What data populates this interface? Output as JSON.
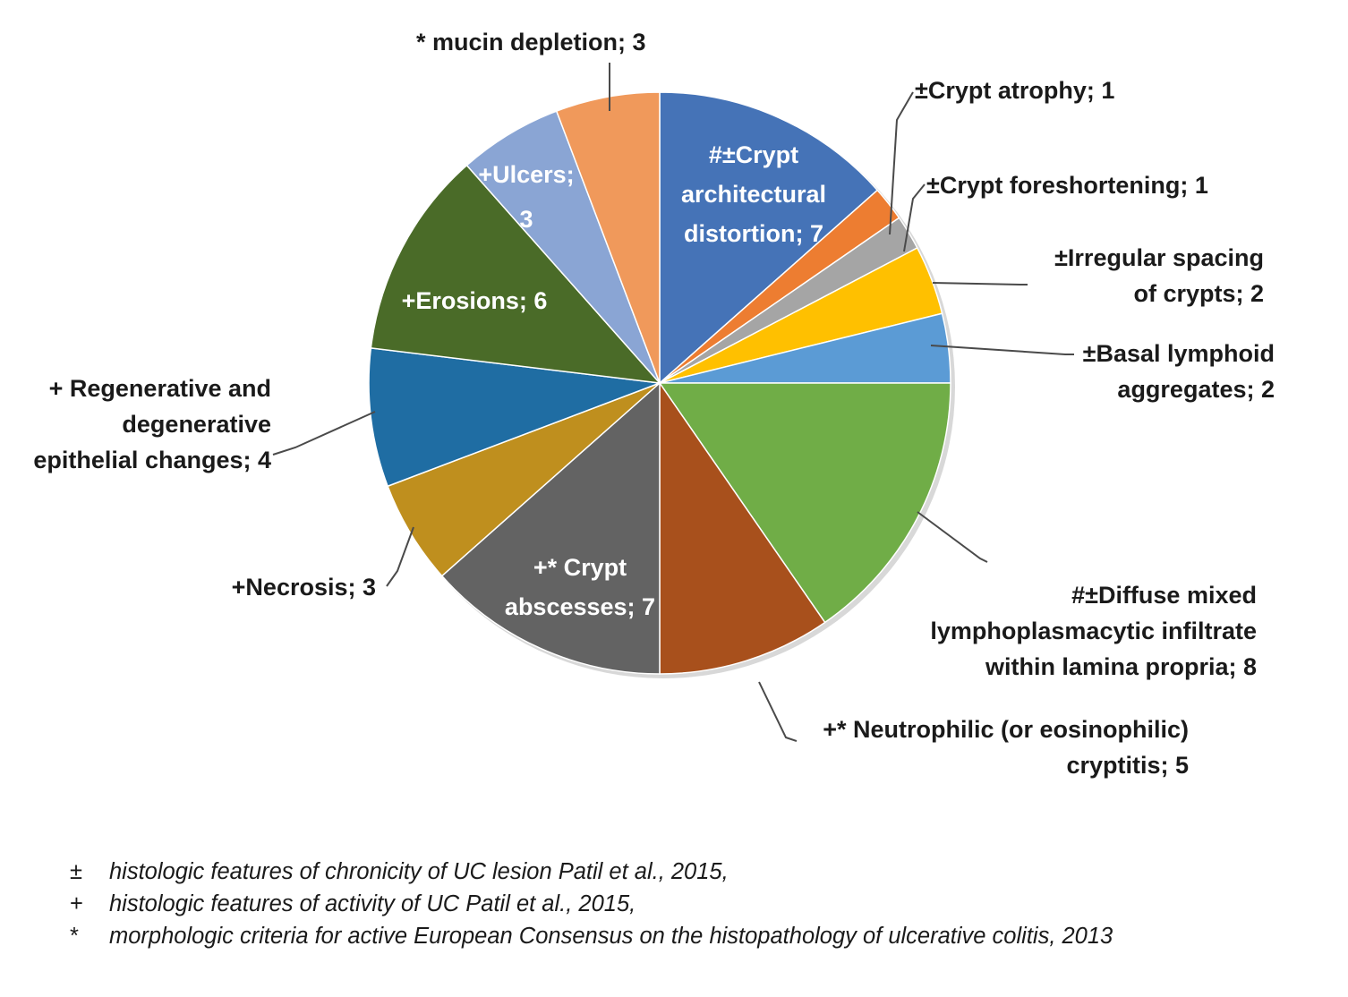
{
  "chart_data": {
    "type": "pie",
    "title": "",
    "total": 52,
    "start_angle_deg": 0,
    "direction": "clockwise",
    "legend": "none (labels placed on/around slices)",
    "categories": [
      "#±Crypt architectural distortion",
      "±Crypt atrophy",
      "±Crypt foreshortening",
      "±Irregular spacing of crypts",
      "±Basal lymphoid aggregates",
      "#±Diffuse mixed lymphoplasmacytic infiltrate within lamina propria",
      "+* Neutrophilic (or eosinophilic) cryptitis",
      "+* Crypt abscesses",
      "+Necrosis",
      "+ Regenerative and degenerative epithelial changes",
      "+Erosions",
      "+Ulcers",
      "* mucin depletion"
    ],
    "values": [
      7,
      1,
      1,
      2,
      2,
      8,
      5,
      7,
      3,
      4,
      6,
      3,
      3
    ],
    "colors": [
      "#4573B7",
      "#ED7D31",
      "#A5A5A5",
      "#FFC000",
      "#5B9BD5",
      "#70AD47",
      "#A8501C",
      "#636363",
      "#BF8F1E",
      "#1F6DA3",
      "#4A6B28",
      "#8AA5D4",
      "#F0995B"
    ]
  },
  "slices": [
    {
      "id": "crypt-architectural-distortion",
      "label_lines": [
        "#±Crypt",
        "architectural",
        "distortion; 7"
      ],
      "label_text": "#±Crypt architectural distortion; 7",
      "value": 7,
      "color": "#4573B7",
      "label_placement": "inside"
    },
    {
      "id": "crypt-atrophy",
      "label_lines": [
        "±Crypt atrophy; 1"
      ],
      "label_text": "±Crypt atrophy; 1",
      "value": 1,
      "color": "#ED7D31",
      "label_placement": "outside"
    },
    {
      "id": "crypt-foreshortening",
      "label_lines": [
        "±Crypt foreshortening; 1"
      ],
      "label_text": "±Crypt foreshortening; 1",
      "value": 1,
      "color": "#A5A5A5",
      "label_placement": "outside"
    },
    {
      "id": "irregular-spacing-of-crypts",
      "label_lines": [
        "±Irregular spacing",
        "of crypts; 2"
      ],
      "label_text": "±Irregular spacing of crypts; 2",
      "value": 2,
      "color": "#FFC000",
      "label_placement": "outside"
    },
    {
      "id": "basal-lymphoid-aggregates",
      "label_lines": [
        "±Basal lymphoid",
        "aggregates; 2"
      ],
      "label_text": "±Basal lymphoid aggregates; 2",
      "value": 2,
      "color": "#5B9BD5",
      "label_placement": "outside"
    },
    {
      "id": "diffuse-mixed-lymphoplasmacytic-infiltrate",
      "label_lines": [
        "#±Diffuse mixed",
        "lymphoplasmacytic infiltrate",
        "within lamina propria; 8"
      ],
      "label_text": "#±Diffuse mixed lymphoplasmacytic infiltrate within lamina propria; 8",
      "value": 8,
      "color": "#70AD47",
      "label_placement": "outside"
    },
    {
      "id": "neutrophilic-cryptitis",
      "label_lines": [
        "+* Neutrophilic (or eosinophilic)",
        "cryptitis; 5"
      ],
      "label_text": "+* Neutrophilic (or eosinophilic) cryptitis; 5",
      "value": 5,
      "color": "#A8501C",
      "label_placement": "outside"
    },
    {
      "id": "crypt-abscesses",
      "label_lines": [
        "+* Crypt",
        "abscesses; 7"
      ],
      "label_text": "+* Crypt abscesses; 7",
      "value": 7,
      "color": "#636363",
      "label_placement": "inside"
    },
    {
      "id": "necrosis",
      "label_lines": [
        "+Necrosis; 3"
      ],
      "label_text": "+Necrosis; 3",
      "value": 3,
      "color": "#BF8F1E",
      "label_placement": "outside"
    },
    {
      "id": "regenerative-degenerative-epithelial-changes",
      "label_lines": [
        "+ Regenerative and",
        "degenerative",
        "epithelial changes; 4"
      ],
      "label_text": "+ Regenerative and degenerative epithelial changes; 4",
      "value": 4,
      "color": "#1F6DA3",
      "label_placement": "outside"
    },
    {
      "id": "erosions",
      "label_lines": [
        "+Erosions; 6"
      ],
      "label_text": "+Erosions; 6",
      "value": 6,
      "color": "#4A6B28",
      "label_placement": "inside"
    },
    {
      "id": "ulcers",
      "label_lines": [
        "+Ulcers;",
        "3"
      ],
      "label_text": "+Ulcers; 3",
      "value": 3,
      "color": "#8AA5D4",
      "label_placement": "inside"
    },
    {
      "id": "mucin-depletion",
      "label_lines": [
        "* mucin depletion; 3"
      ],
      "label_text": "* mucin depletion; 3",
      "value": 3,
      "color": "#F0995B",
      "label_placement": "outside"
    }
  ],
  "footnotes": [
    {
      "symbol": "±",
      "text": "histologic features of chronicity of UC lesion Patil et al., 2015,"
    },
    {
      "symbol": "+",
      "text": "histologic features of activity of UC Patil et al., 2015,"
    },
    {
      "symbol": "*",
      "text": "morphologic criteria for active European Consensus on the histopathology of ulcerative colitis, 2013"
    }
  ]
}
